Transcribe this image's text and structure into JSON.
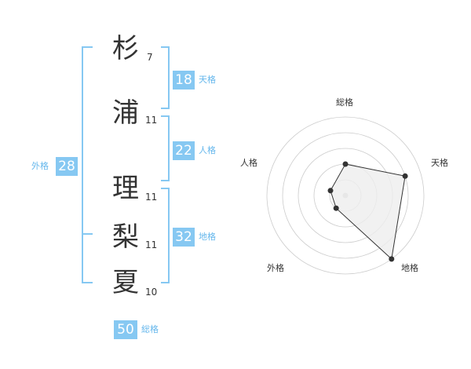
{
  "name_chars": [
    {
      "char": "杉",
      "strokes": "7"
    },
    {
      "char": "浦",
      "strokes": "11"
    },
    {
      "char": "理",
      "strokes": "11"
    },
    {
      "char": "梨",
      "strokes": "11"
    },
    {
      "char": "夏",
      "strokes": "10"
    }
  ],
  "scores": {
    "tenkaku": {
      "value": "18",
      "label": "天格"
    },
    "jinkaku": {
      "value": "22",
      "label": "人格"
    },
    "chikaku": {
      "value": "32",
      "label": "地格"
    },
    "gaikaku": {
      "value": "28",
      "label": "外格"
    },
    "soukaku": {
      "value": "50",
      "label": "総格"
    }
  },
  "radar": {
    "axes": [
      "総格",
      "天格",
      "地格",
      "外格",
      "人格"
    ],
    "levels": 5,
    "values": [
      2,
      4,
      5,
      1,
      1
    ]
  },
  "colors": {
    "accent": "#86c8f2",
    "accent_text": "#65b7ec",
    "bracket": "#86c8f2",
    "radar_fill": "#eeeeee",
    "radar_point": "#333333"
  }
}
